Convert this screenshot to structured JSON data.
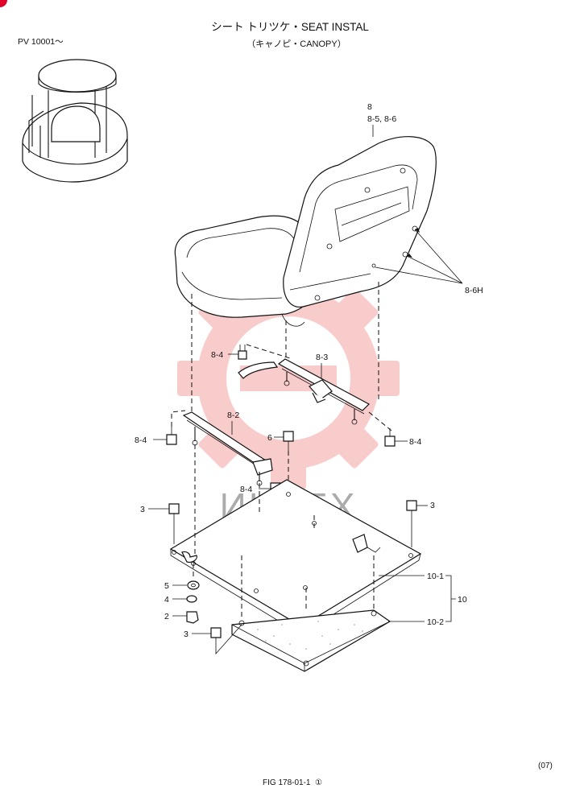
{
  "header": {
    "title": "シート トリツケ・SEAT INSTAL",
    "subtitle": "（キャノピ・CANOPY）",
    "serial": "PV 10001～"
  },
  "watermark": {
    "text": "ИНТЕХ",
    "color": "#f08080"
  },
  "labels": {
    "p8": "8",
    "p8_5_8_6": "8-5, 8-6",
    "p8_6H": "8-6H",
    "p8_3": "8-3",
    "p8_4_a": "8-4",
    "p8_4_b": "8-4",
    "p8_4_c": "8-4",
    "p8_4_d": "8-4",
    "p8_2": "8-2",
    "p6": "6",
    "p3_a": "3",
    "p3_b": "3",
    "p3_c": "3",
    "p5": "5",
    "p4": "4",
    "p2": "2",
    "p10_1": "10-1",
    "p10_2": "10-2",
    "p10": "10"
  },
  "footer": {
    "page": "(07)",
    "fig": "FIG 178-01-1",
    "rev": "①"
  }
}
